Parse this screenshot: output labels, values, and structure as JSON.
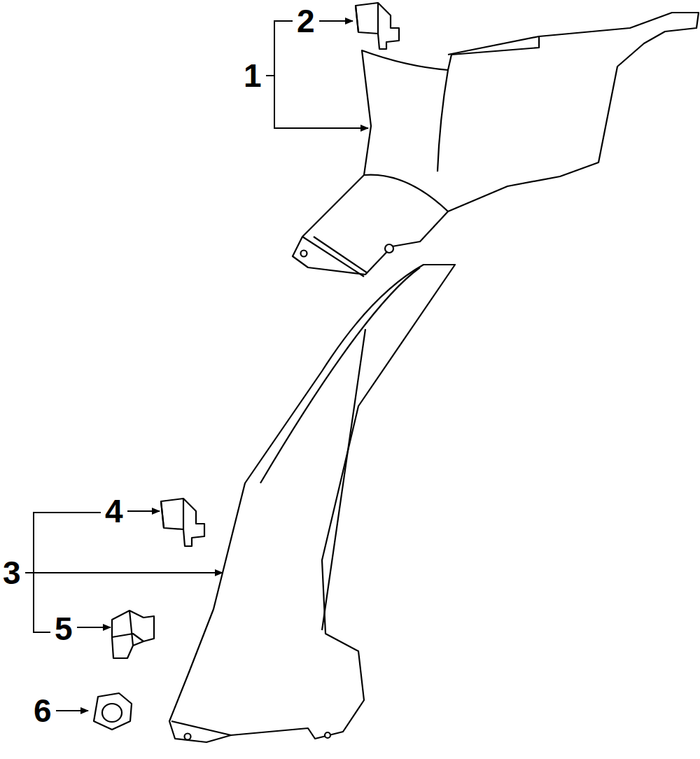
{
  "diagram": {
    "labels": [
      "2",
      "1",
      "4",
      "3",
      "5",
      "6"
    ]
  }
}
